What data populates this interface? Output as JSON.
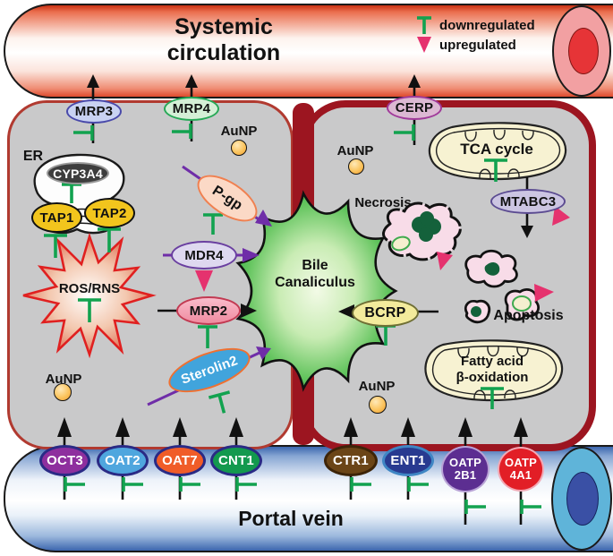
{
  "title": "Systemic circulation",
  "portal_vein": "Portal vein",
  "legend": {
    "down": "downregulated",
    "up": "upregulated"
  },
  "labels": {
    "er": "ER",
    "ros": "ROS/RNS",
    "necrosis": "Necrosis",
    "apoptosis": "Apoptosis",
    "aunp": "AuNP",
    "bile1": "Bile",
    "bile2": "Canaliculus",
    "tca": "TCA cycle",
    "fatty1": "Fatty acid",
    "fatty2": "β-oxidation"
  },
  "proteins": {
    "mrp3": "MRP3",
    "mrp4": "MRP4",
    "cerp": "CERP",
    "pgp": "P-gp",
    "mdr4": "MDR4",
    "mrp2": "MRP2",
    "sterolin2": "Sterolin2",
    "bcrp": "BCRP",
    "mtabc3": "MTABC3",
    "cyp3a4": "CYP3A4",
    "tap1": "TAP1",
    "tap2": "TAP2"
  },
  "uptake": {
    "oct3": "OCT3",
    "oat2": "OAT2",
    "oat7": "OAT7",
    "cnt1": "CNT1",
    "ctr1": "CTR1",
    "ent1": "ENT1",
    "oatp2b1a": "OATP",
    "oatp2b1b": "2B1",
    "oatp4a1a": "OATP",
    "oatp4a1b": "4A1"
  },
  "colors": {
    "cell_fill": "#c9c9ca",
    "membrane_dark_red": "#9c1520",
    "cell_outline_red": "#b13a30",
    "downregulated_green": "#12a24f",
    "upregulated_pink": "#e5326e",
    "canaliculus_green": "#2fae44",
    "purple_arrow": "#6f2da8",
    "vessel_red": "#d8401f",
    "portal_blue": "#3c66ae",
    "aunp_orange": "#f2a338"
  }
}
